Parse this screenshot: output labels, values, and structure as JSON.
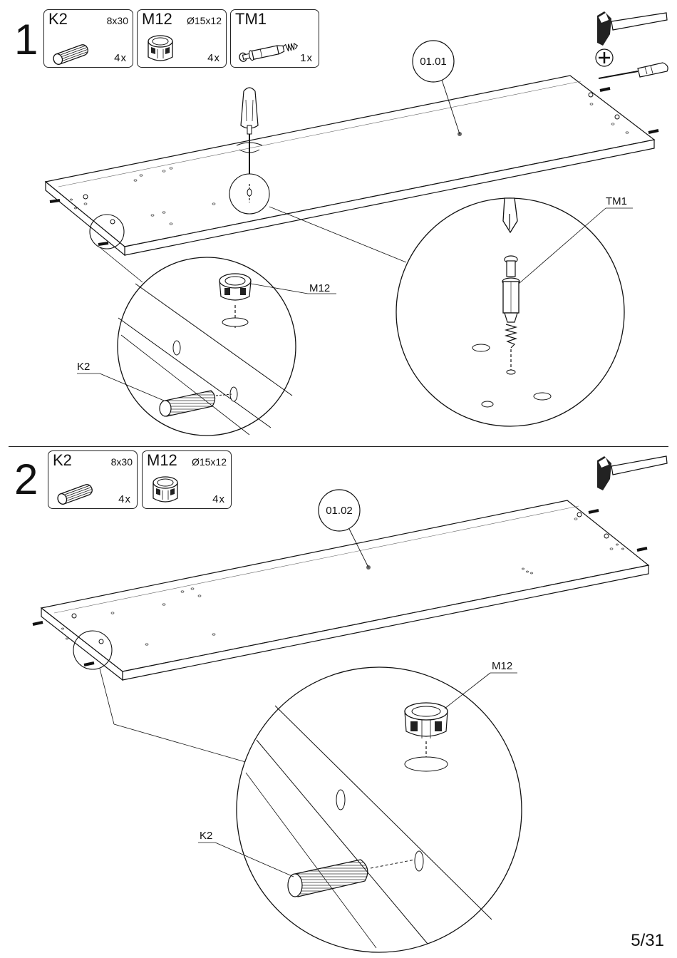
{
  "steps": [
    {
      "number": "1",
      "parts": [
        {
          "code": "K2",
          "spec": "8x30",
          "qty": "4x",
          "icon": "dowel-icon"
        },
        {
          "code": "M12",
          "spec": "Ø15x12",
          "qty": "4x",
          "icon": "cam-lock-icon"
        },
        {
          "code": "TM1",
          "spec": "",
          "qty": "1x",
          "icon": "cam-bolt-icon"
        }
      ],
      "panel_ref": "01.01",
      "callouts": {
        "tm1": "TM1",
        "m12": "M12",
        "k2": "K2"
      },
      "tools": [
        "hammer-icon",
        "plus-icon",
        "screwdriver-icon"
      ]
    },
    {
      "number": "2",
      "parts": [
        {
          "code": "K2",
          "spec": "8x30",
          "qty": "4x",
          "icon": "dowel-icon"
        },
        {
          "code": "M12",
          "spec": "Ø15x12",
          "qty": "4x",
          "icon": "cam-lock-icon"
        }
      ],
      "panel_ref": "01.02",
      "callouts": {
        "m12": "M12",
        "k2": "K2"
      },
      "tools": [
        "hammer-icon"
      ]
    }
  ],
  "page": {
    "number": "5/31"
  }
}
